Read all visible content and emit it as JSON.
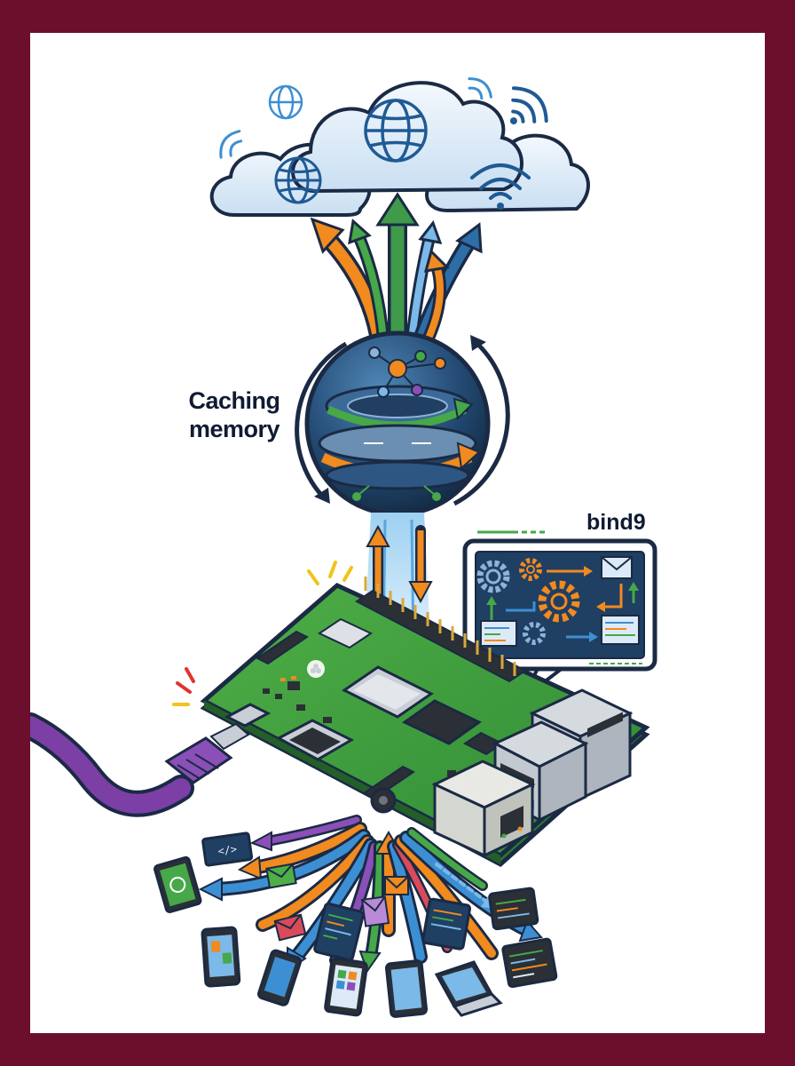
{
  "labels": {
    "caching_line1": "Caching",
    "caching_line2": "memory",
    "bind9": "bind9"
  },
  "colors": {
    "frame": "#6b0f2c",
    "outline": "#1b2a44",
    "cloud_fill": "#dceaf7",
    "board_green": "#3f9a3c",
    "arrow_orange": "#f18a1f",
    "arrow_green": "#46a848",
    "arrow_blue": "#3d8fd3",
    "arrow_purple": "#8b4fb8",
    "cable_purple": "#7b3fa6",
    "sphere_navy": "#1f3f63"
  },
  "icons": [
    "globe-icon",
    "wifi-icon",
    "gear-icon",
    "envelope-icon",
    "code-icon",
    "raspberry-logo-icon",
    "smartphone-icon",
    "tablet-icon",
    "laptop-icon"
  ]
}
